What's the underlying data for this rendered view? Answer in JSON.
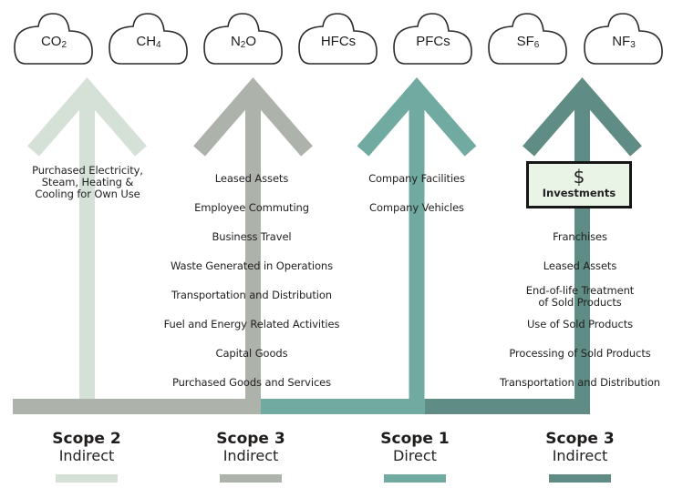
{
  "gases": [
    {
      "base": "CO",
      "sub": "2",
      "suffix": ""
    },
    {
      "base": "CH",
      "sub": "4",
      "suffix": ""
    },
    {
      "base": "N",
      "sub": "2",
      "suffix": "O"
    },
    {
      "base": "HFCs",
      "sub": "",
      "suffix": ""
    },
    {
      "base": "PFCs",
      "sub": "",
      "suffix": ""
    },
    {
      "base": "SF",
      "sub": "6",
      "suffix": ""
    },
    {
      "base": "NF",
      "sub": "3",
      "suffix": ""
    }
  ],
  "colors": {
    "scope2_light": "#d5e0d6",
    "scope3_gray": "#adb2ab",
    "scope1_teal": "#70aaa1",
    "scope3_dark": "#5f8c84",
    "cloud_stroke": "#2a2a2a",
    "invest_bg": "#e9f4e7"
  },
  "columns": {
    "scope2": {
      "items": [
        "Purchased Electricity,",
        "Steam, Heating &",
        "Cooling for Own Use"
      ]
    },
    "scope3_upstream": {
      "items": [
        "Leased Assets",
        "Employee Commuting",
        "Business Travel",
        "Waste Generated in Operations",
        "Transportation and Distribution",
        "Fuel and Energy Related Activities",
        "Capital Goods",
        "Purchased Goods and Services"
      ]
    },
    "scope1": {
      "items": [
        "Company Facilities",
        "Company Vehicles"
      ]
    },
    "scope3_downstream": {
      "highlight": {
        "icon": "$",
        "label": "Investments"
      },
      "items": [
        "Franchises",
        "Leased Assets",
        "End-of-life Treatment",
        "of Sold Products",
        "Use of Sold Products",
        "Processing of Sold Products",
        "Transportation and Distribution"
      ]
    }
  },
  "scopes": [
    {
      "name": "Scope 2",
      "type": "Indirect"
    },
    {
      "name": "Scope 3",
      "type": "Indirect"
    },
    {
      "name": "Scope 1",
      "type": "Direct"
    },
    {
      "name": "Scope 3",
      "type": "Indirect"
    }
  ]
}
